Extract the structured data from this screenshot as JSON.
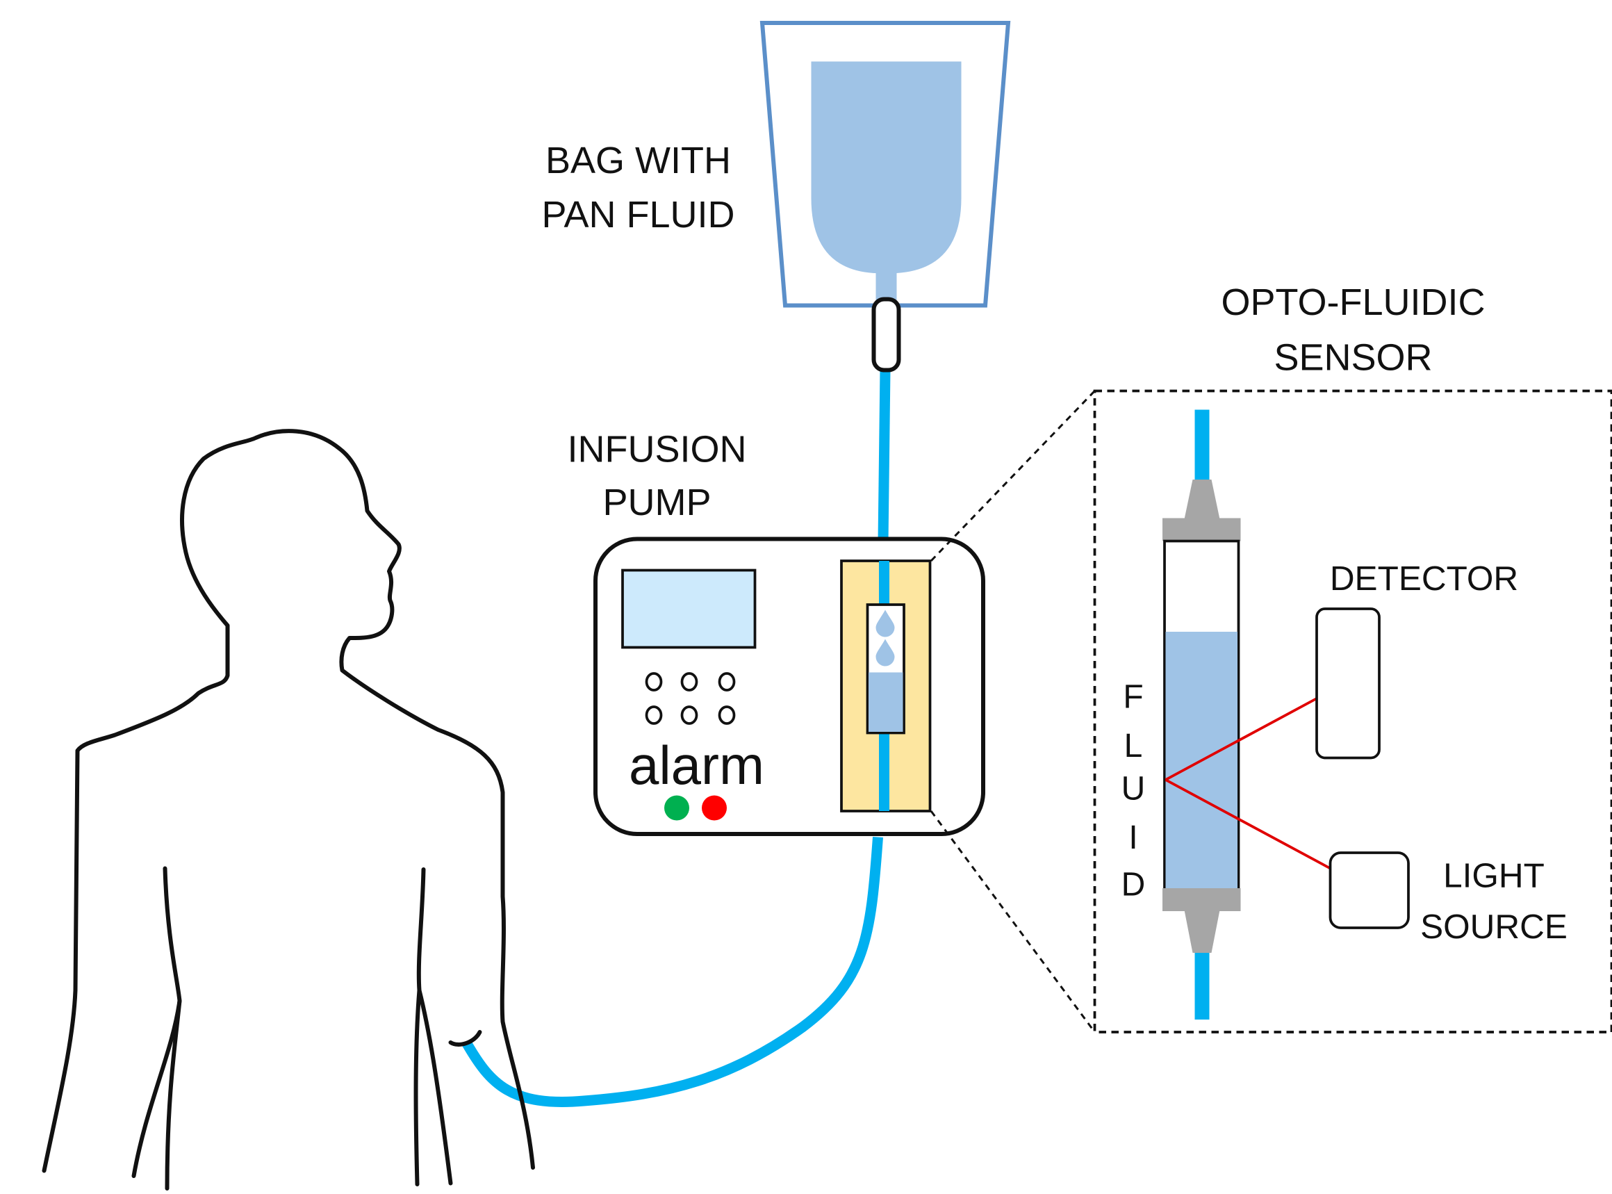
{
  "labels": {
    "bag_line1": "BAG WITH",
    "bag_line2": "PAN FLUID",
    "pump_line1": "INFUSION",
    "pump_line2": "PUMP",
    "sensor_line1": "OPTO-FLUIDIC",
    "sensor_line2": "SENSOR",
    "detector": "DETECTOR",
    "light_line1": "LIGHT",
    "light_line2": "SOURCE",
    "alarm": "alarm",
    "fluid_letters": [
      "F",
      "L",
      "U",
      "I",
      "D"
    ]
  },
  "colors": {
    "outline": "#111111",
    "bag_outline": "#5b8fc9",
    "fluid": "#9fc3e6",
    "tubing": "#00b0f0",
    "screen": "#cdeafc",
    "sensor_slot": "#fde6a0",
    "connector_gray": "#a6a6a6",
    "beam": "#e00000",
    "alarm_green": "#00b050",
    "alarm_red": "#ff0000"
  },
  "pump": {
    "buttons": {
      "rows": 2,
      "cols": 3
    },
    "alarm_indicators": [
      "green",
      "red"
    ]
  }
}
